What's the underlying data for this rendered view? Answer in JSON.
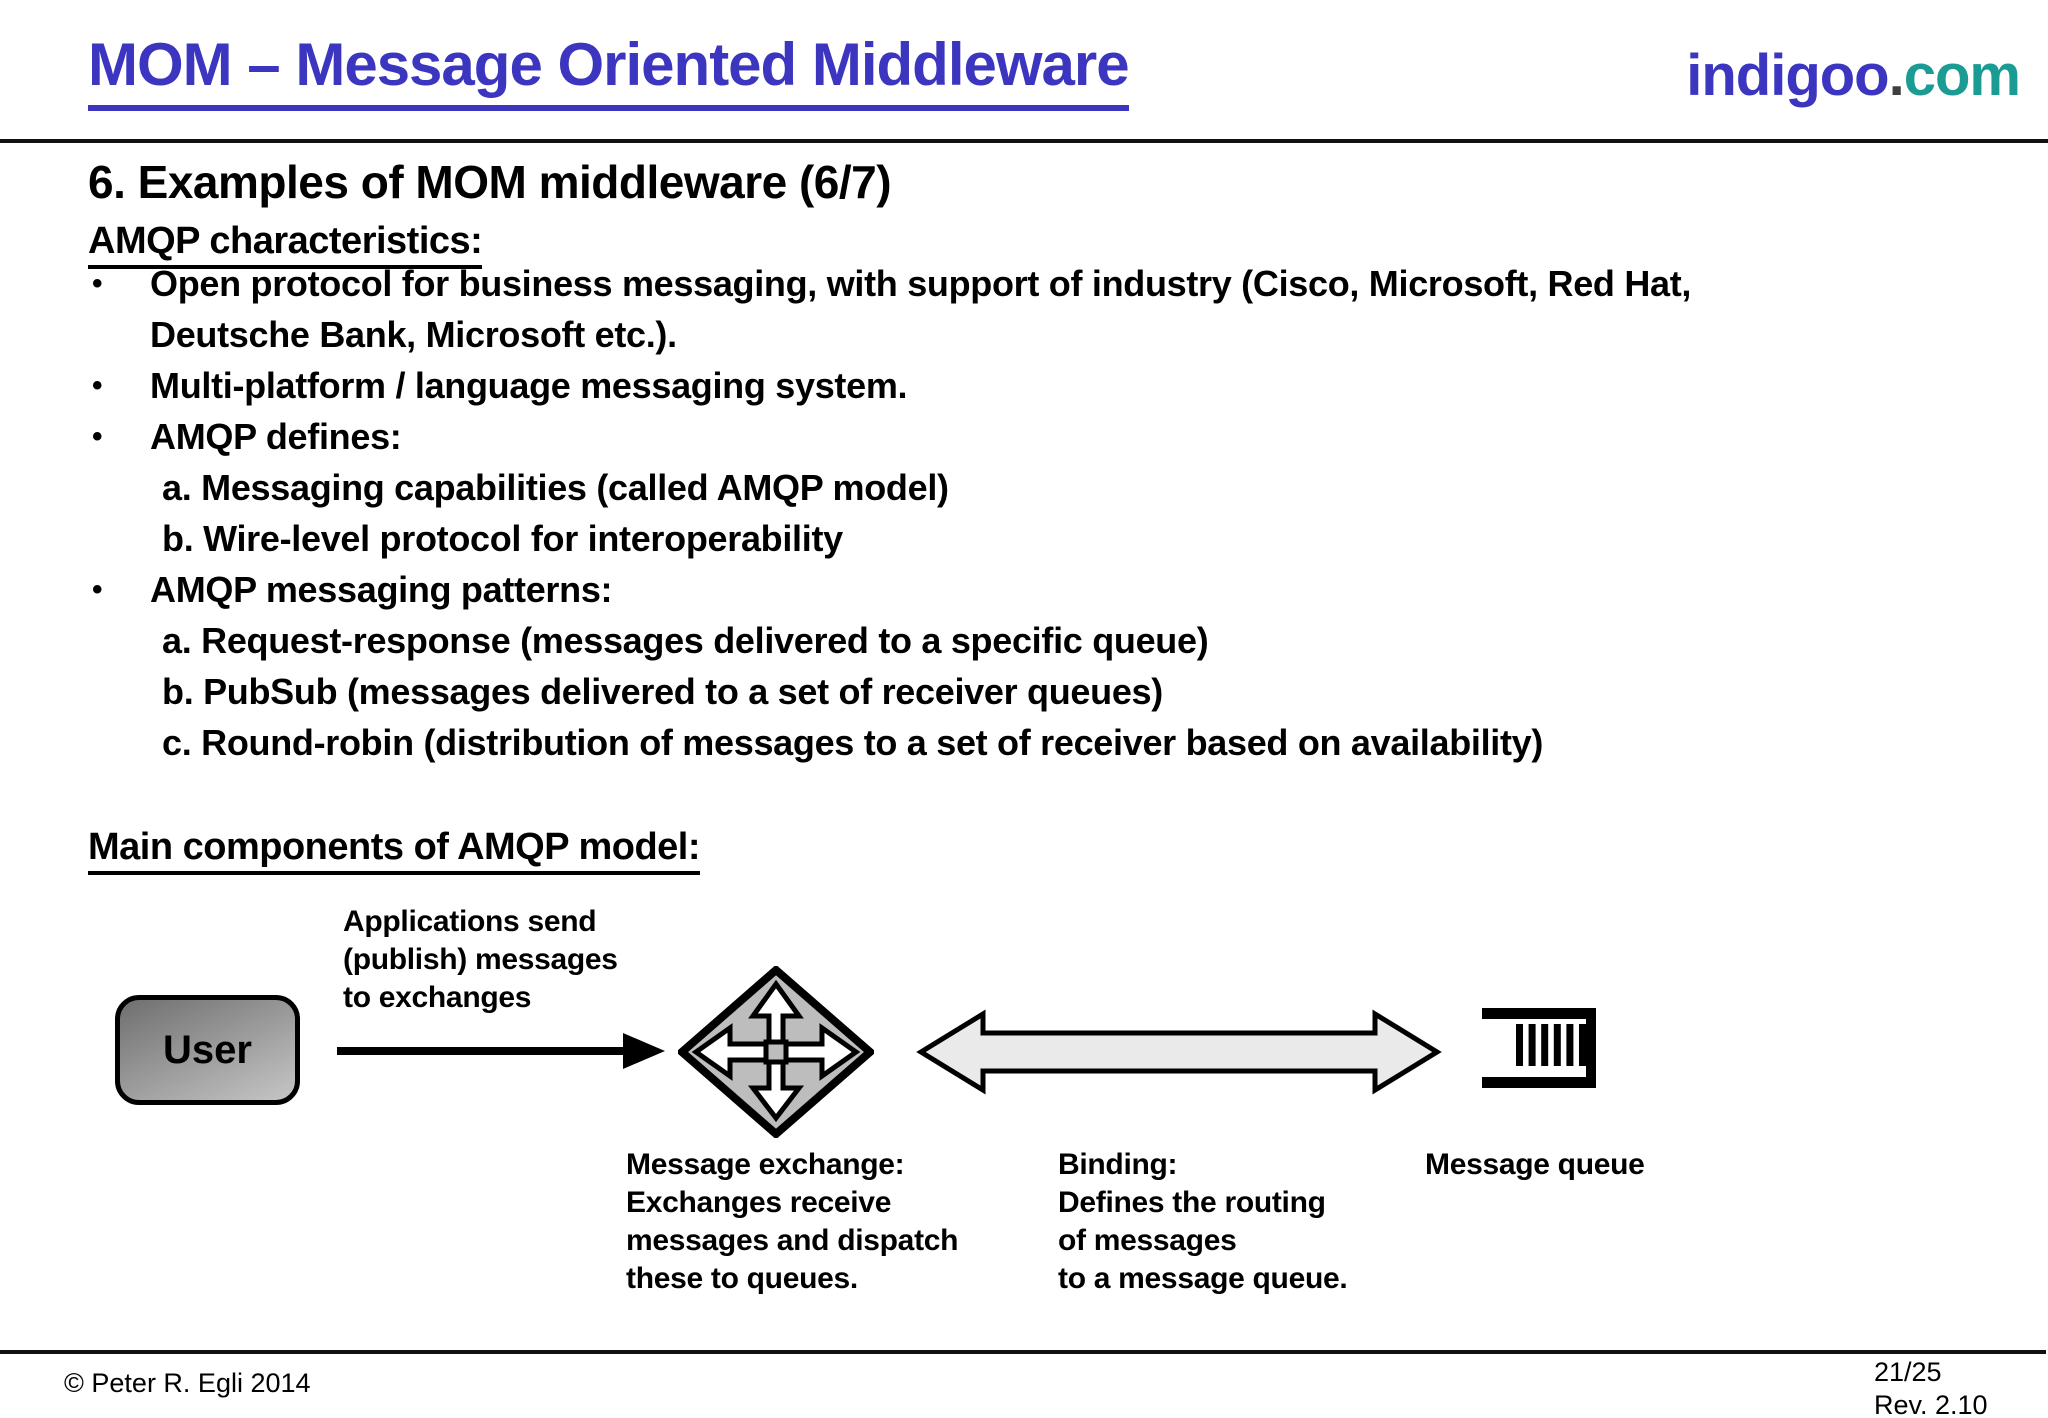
{
  "header": {
    "title": "MOM – Message Oriented Middleware",
    "logo": {
      "name": "indigoo",
      "dot": ".",
      "tld": "com"
    }
  },
  "colors": {
    "title_blue": "#3b35bf",
    "logo_teal": "#1a9b93",
    "diamond_fill": "#bdbdbd",
    "binding_arrow_fill": "#eaeaea"
  },
  "content": {
    "slide_title": "6. Examples of MOM middleware (6/7)",
    "section1_heading": "AMQP characteristics:",
    "bullet_char": "•",
    "bullets": [
      {
        "type": "bullet",
        "text": "Open protocol for business messaging, with support of industry (Cisco, Microsoft, Red Hat,"
      },
      {
        "type": "cont",
        "text": "Deutsche Bank, Microsoft etc.)."
      },
      {
        "type": "bullet",
        "text": "Multi-platform / language messaging system."
      },
      {
        "type": "bullet",
        "text": "AMQP defines:"
      },
      {
        "type": "sub",
        "text": "a. Messaging capabilities (called AMQP model)"
      },
      {
        "type": "sub",
        "text": "b. Wire-level protocol for interoperability"
      },
      {
        "type": "bullet",
        "text": "AMQP messaging patterns:"
      },
      {
        "type": "sub",
        "text": "a. Request-response (messages delivered to a specific queue)"
      },
      {
        "type": "sub",
        "text": "b. PubSub (messages delivered to a set of receiver queues)"
      },
      {
        "type": "sub",
        "text": "c. Round-robin (distribution of messages to a set of receiver based on availability)"
      }
    ],
    "section2_heading": "Main components of AMQP model:"
  },
  "diagram": {
    "publish_label": "Applications send\n(publish) messages\nto exchanges",
    "user_label": "User",
    "exchange_label": "Message exchange:\nExchanges receive\nmessages and dispatch\nthese to queues.",
    "binding_label": "Binding:\nDefines the routing\nof messages\nto a message queue.",
    "queue_label": "Message queue"
  },
  "footer": {
    "copyright": "© Peter R. Egli 2014",
    "page": "21/25",
    "revision": "Rev. 2.10"
  }
}
